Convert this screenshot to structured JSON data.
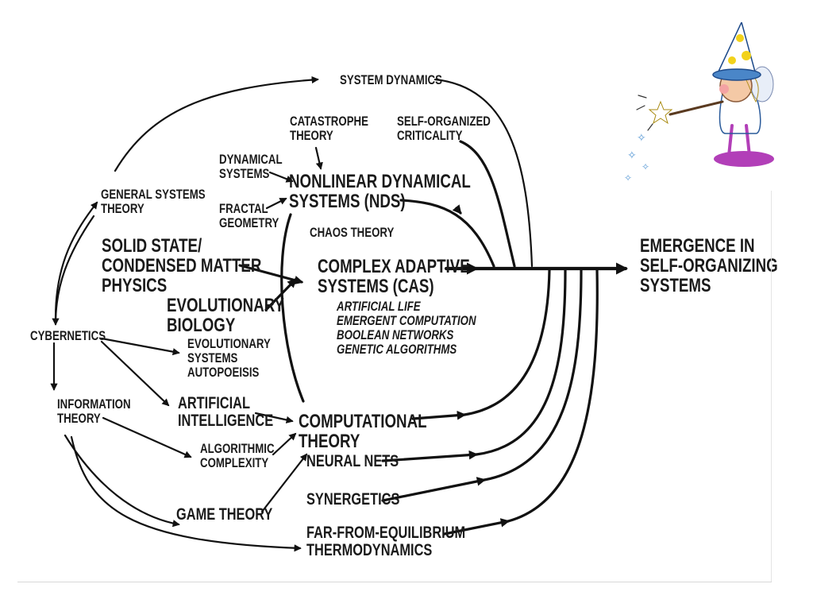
{
  "nodes": {
    "system_dynamics": "SYSTEM DYNAMICS",
    "catastrophe_theory": "CATASTROPHE\nTHEORY",
    "self_organized_criticality": "SELF-ORGANIZED\nCRITICALITY",
    "dynamical_systems": "DYNAMICAL\nSYSTEMS",
    "nds": "NONLINEAR DYNAMICAL\nSYSTEMS (NDS)",
    "fractal_geometry": "FRACTAL\nGEOMETRY",
    "chaos_theory": "CHAOS THEORY",
    "general_systems_theory": "GENERAL SYSTEMS\nTHEORY",
    "solid_state": "SOLID STATE/\nCONDENSED MATTER\nPHYSICS",
    "cas": "COMPLEX ADAPTIVE\nSYSTEMS (CAS)",
    "cas_sub": "ARTIFICIAL LIFE\nEMERGENT COMPUTATION\nBOOLEAN NETWORKS\nGENETIC ALGORITHMS",
    "evolutionary_biology": "EVOLUTIONARY\nBIOLOGY",
    "emergence": "EMERGENCE IN\nSELF-ORGANIZING\nSYSTEMS",
    "cybernetics": "CYBERNETICS",
    "evolutionary_systems": "EVOLUTIONARY\nSYSTEMS\nAUTOPOEISIS",
    "information_theory": "INFORMATION\nTHEORY",
    "artificial_intelligence": "ARTIFICIAL\nINTELLIGENCE",
    "computational_theory": "COMPUTATIONAL\nTHEORY",
    "algorithmic_complexity": "ALGORITHMIC\nCOMPLEXITY",
    "neural_nets": "NEURAL NETS",
    "synergetics": "SYNERGETICS",
    "game_theory": "GAME THEORY",
    "far_from_equilibrium": "FAR-FROM-EQUILIBRIUM\nTHERMODYNAMICS"
  },
  "colors": {
    "ink": "#111111",
    "wizard_hat": "#4a86c8",
    "wizard_dots": "#f2d21b",
    "wizard_base": "#b23fb8"
  },
  "illustration": "wizard-fairy"
}
